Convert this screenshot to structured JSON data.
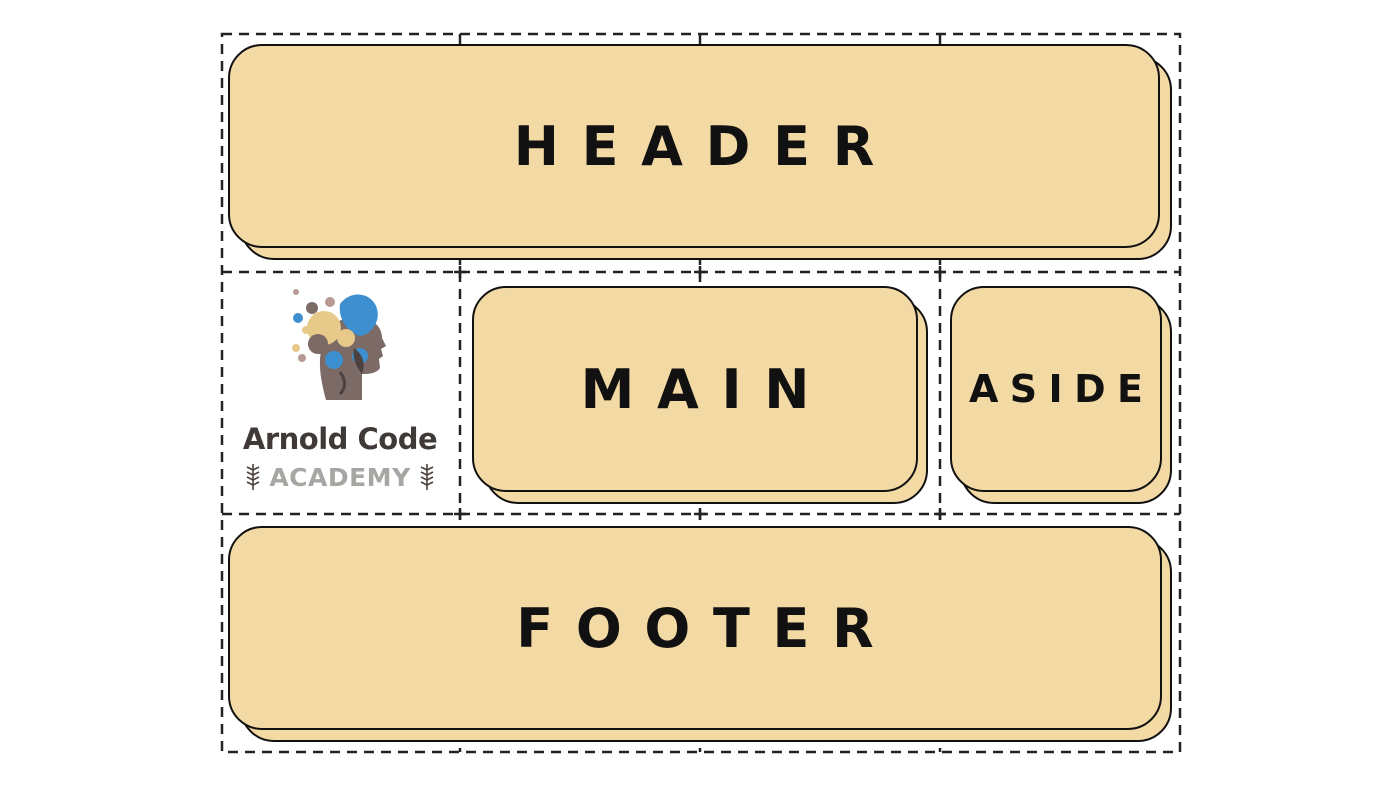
{
  "layout": {
    "header": "HEADER",
    "main": "MAIN",
    "aside": "ASIDE",
    "footer": "FOOTER"
  },
  "logo": {
    "name": "Arnold Code",
    "subtitle": "ACADEMY"
  },
  "colors": {
    "box_fill": "#f3d9a4",
    "box_border": "#111111",
    "grid_line": "#222222",
    "logo_blue": "#3e8fd0",
    "logo_brown": "#7b6a66",
    "logo_tan": "#e7c98a"
  }
}
